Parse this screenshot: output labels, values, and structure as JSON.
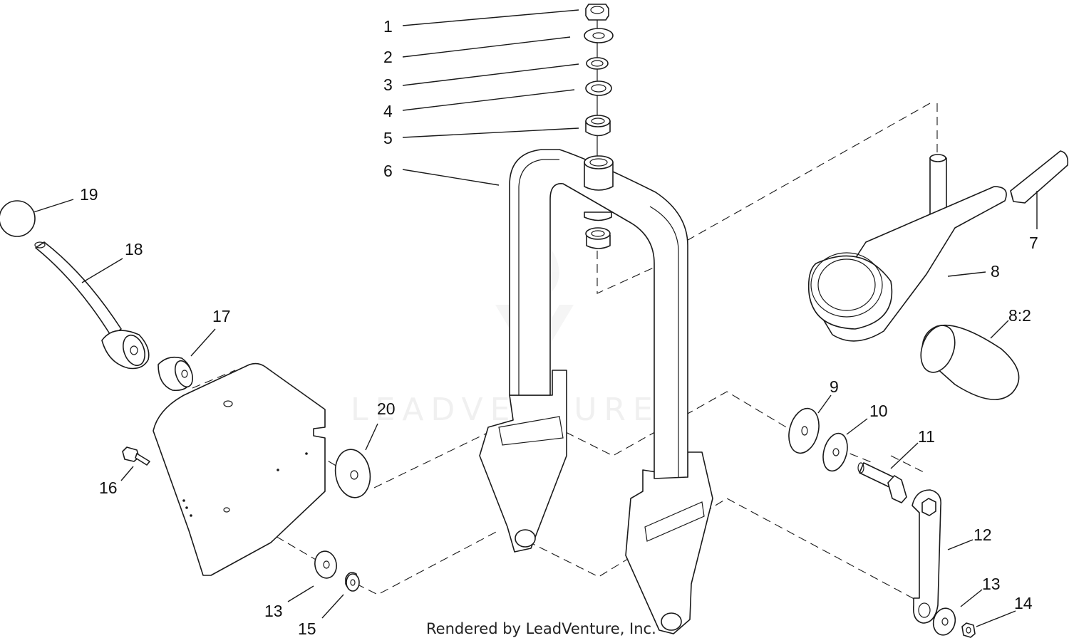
{
  "watermark": "LEADVENTURE",
  "credit": "Rendered by LeadVenture, Inc.",
  "callouts": {
    "c1": "1",
    "c2": "2",
    "c3": "3",
    "c4": "4",
    "c5": "5",
    "c6": "6",
    "c7": "7",
    "c8": "8",
    "c8_2": "8:2",
    "c9": "9",
    "c10": "10",
    "c11": "11",
    "c12": "12",
    "c13a": "13",
    "c13b": "13",
    "c14": "14",
    "c15": "15",
    "c16": "16",
    "c17": "17",
    "c18": "18",
    "c19": "19",
    "c20": "20"
  }
}
